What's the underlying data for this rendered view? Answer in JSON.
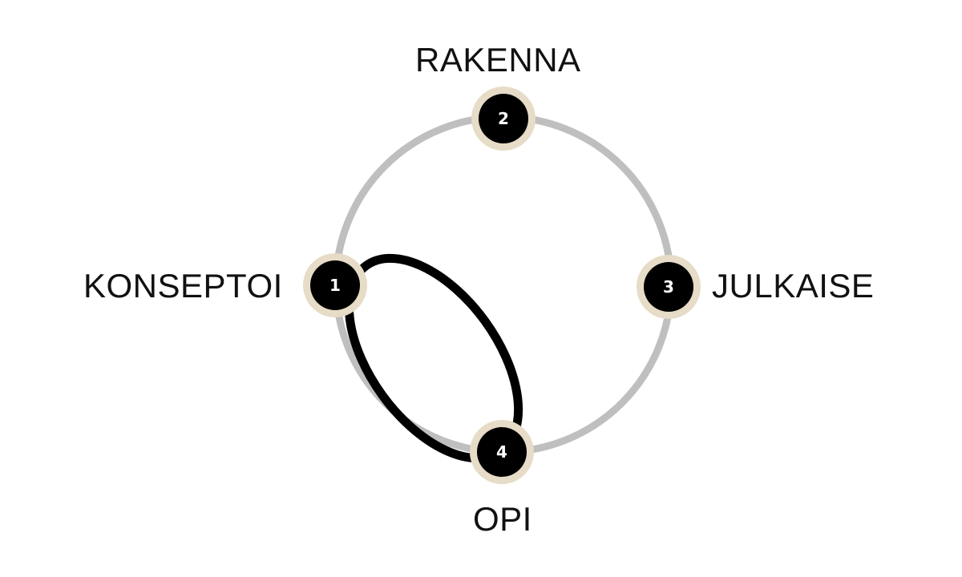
{
  "colors": {
    "cycle_ring": "#bfbfbf",
    "shortcut_loop": "#000000",
    "node_fill": "#000000",
    "node_halo": "#e6dcc7",
    "node_text": "#ffffff",
    "label_text": "#111111"
  },
  "nodes": [
    {
      "id": "1",
      "number": "1",
      "label": "KONSEPTOI"
    },
    {
      "id": "2",
      "number": "2",
      "label": "RAKENNA"
    },
    {
      "id": "3",
      "number": "3",
      "label": "JULKAISE"
    },
    {
      "id": "4",
      "number": "4",
      "label": "OPI"
    }
  ],
  "edges": [
    {
      "from": "1",
      "to": "2",
      "style": "cycle-ring"
    },
    {
      "from": "2",
      "to": "3",
      "style": "cycle-ring"
    },
    {
      "from": "3",
      "to": "4",
      "style": "cycle-ring"
    },
    {
      "from": "4",
      "to": "1",
      "style": "cycle-ring"
    },
    {
      "from": "1",
      "to": "4",
      "style": "shortcut-loop"
    }
  ]
}
